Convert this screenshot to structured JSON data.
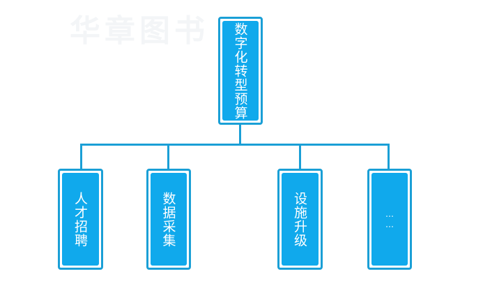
{
  "watermark": "华章图书",
  "root": {
    "label": "数字化转型预算"
  },
  "children": [
    {
      "label": "人才招聘"
    },
    {
      "label": "数据采集"
    },
    {
      "label": "设施升级"
    },
    {
      "label": "……"
    }
  ],
  "colors": {
    "border": "#1a9fd6",
    "fill": "#10a9ec"
  }
}
